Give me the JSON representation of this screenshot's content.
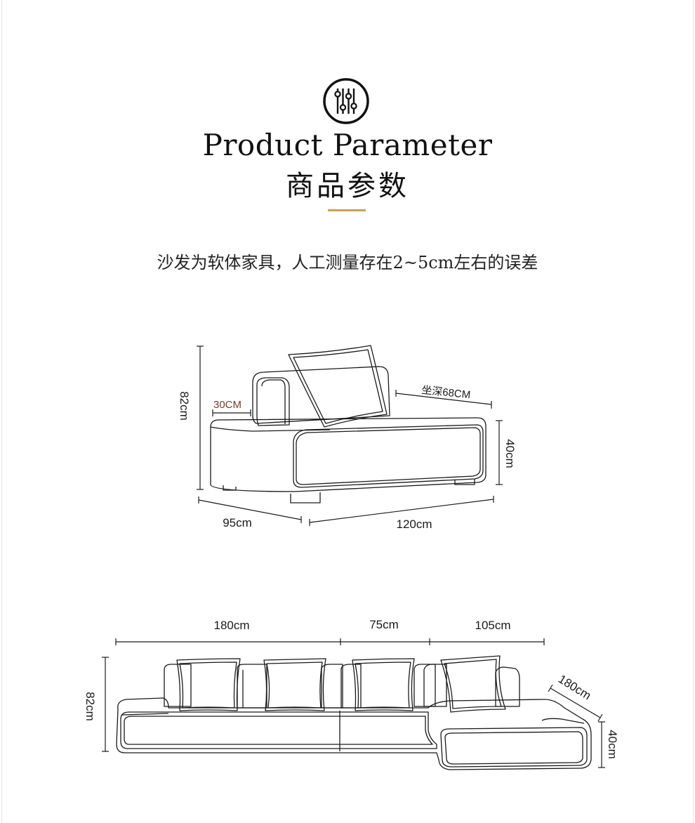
{
  "header": {
    "icon": "sliders-icon",
    "title_en": "Product Parameter",
    "title_cn": "商品参数",
    "accent_color": "#c8a05a"
  },
  "note": "沙发为软体家具，人工测量存在2~5cm左右的误差",
  "single_sofa": {
    "height": "82cm",
    "arm_width": "30CM",
    "seat_depth": "坐深68CM",
    "seat_height": "40cm",
    "depth": "95cm",
    "width": "120cm"
  },
  "sectional_sofa": {
    "segment_1": "180cm",
    "segment_2": "75cm",
    "segment_3": "105cm",
    "chaise_length": "180cm",
    "height": "82cm",
    "seat_height": "40cm"
  }
}
